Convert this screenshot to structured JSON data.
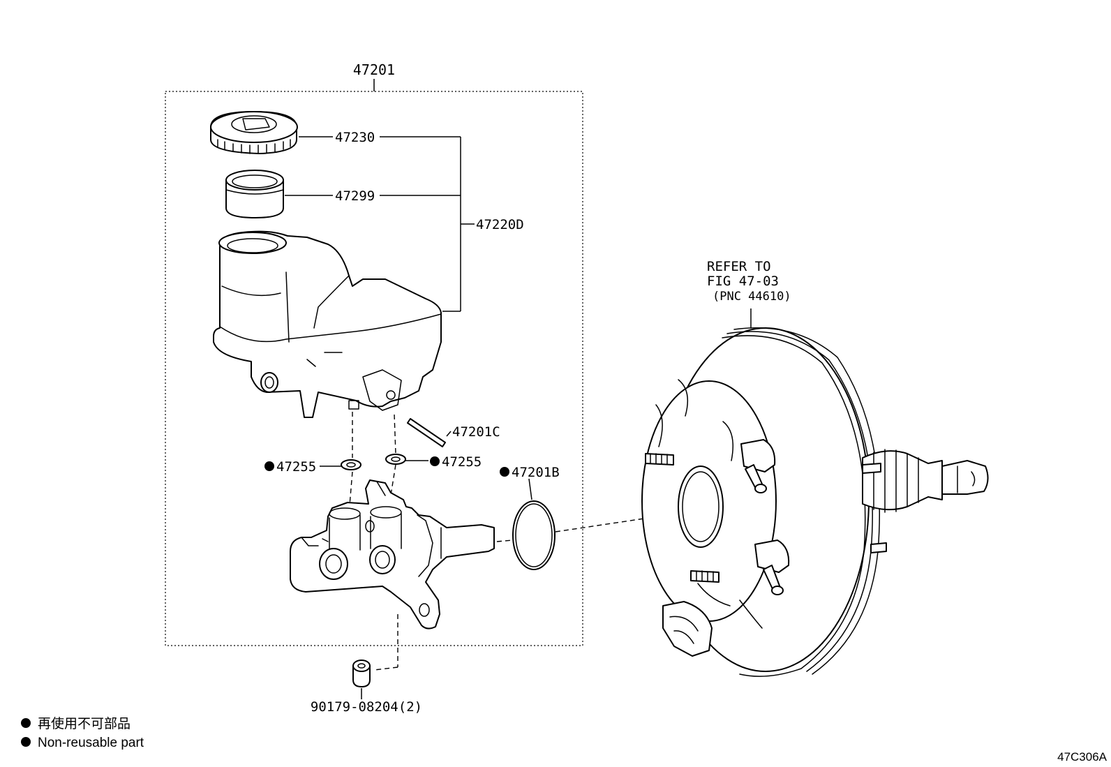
{
  "labels": {
    "assembly": "47201",
    "cap": "47230",
    "strainer": "47299",
    "reservoir": "47220D",
    "pin": "47201C",
    "grommet_left": "47255",
    "grommet_right": "47255",
    "oring": "47201B",
    "nut": "90179-08204(2)",
    "refer_line1": "REFER TO",
    "refer_line2": "FIG 47-03",
    "refer_line3": "(PNC 44610)",
    "figure_code": "47C306A"
  },
  "legend": {
    "line_jp": "再使用不可部品",
    "line_en": "Non-reusable part"
  }
}
